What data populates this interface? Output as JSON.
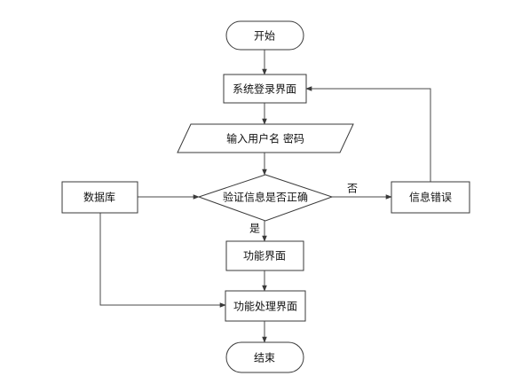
{
  "nodes": {
    "start": "开始",
    "login": "系统登录界面",
    "input": "输入用户名 密码",
    "verify": "验证信息是否正确",
    "database": "数据库",
    "error": "信息错误",
    "function": "功能界面",
    "process": "功能处理界面",
    "end": "结束"
  },
  "edges": {
    "yes": "是",
    "no": "否"
  }
}
